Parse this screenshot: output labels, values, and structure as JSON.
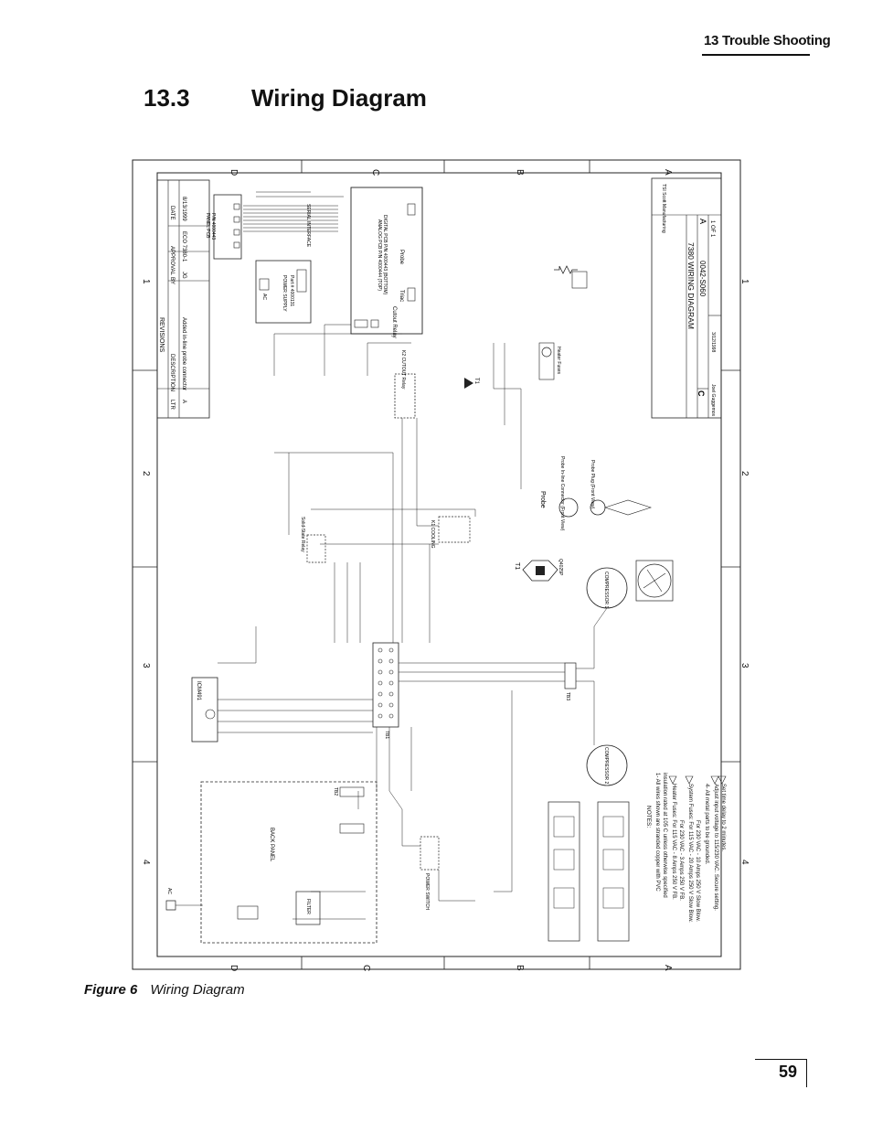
{
  "header": {
    "chapter": "13 Trouble Shooting"
  },
  "section": {
    "number": "13.3",
    "title": "Wiring Diagram"
  },
  "figure": {
    "label": "Figure 6",
    "caption": "Wiring Diagram"
  },
  "page_number": "59",
  "diagram": {
    "zone_letters": [
      "D",
      "C",
      "B",
      "A"
    ],
    "zone_numbers": [
      "1",
      "2",
      "3",
      "4"
    ],
    "revisions": {
      "title": "REVISIONS",
      "headers": [
        "LTR",
        "DESCRIPTION",
        "BY",
        "APPROVAL",
        "DATE"
      ],
      "row": [
        "A",
        "Added in-line probe connector",
        "JG",
        "ECO 7380-1",
        "8/13/1999"
      ]
    },
    "title_block": {
      "drawing_title": "7380 WIRING DIAGRAM",
      "drawing_number": "0042-S060",
      "rev": "A",
      "sheet": "1 OF 1",
      "size": "C",
      "company": "TSI Scott Manufacturing",
      "drawn_by": "Joel Guggemos",
      "date": "3/12/1998"
    },
    "components": {
      "panel_pcb": "PANEL PCB",
      "panel_pcb_pn": "P/N 4000443",
      "serial_interface": "SERIAL INTERFACE",
      "power_supply": "POWER SUPPLY",
      "power_supply_pn": "Part # 4000131",
      "analog_pcb": "ANALOG PCB P/N 4000444 (TOP)",
      "digital_pcb": "DIGITAL PCB P/N 4000443 (BOTTOM)",
      "cutout_relay": "Cutout Relay",
      "k1_cutout": "K2 CUTOUT Relay",
      "solid_state_relay": "Solid-State Relay",
      "k1_cooling": "K1 COOLING",
      "heater": "Heater Fuses",
      "probe": "Probe",
      "probe_inline": "Probe In-line Connector (Front View)",
      "probe_plug": "Probe Plug (Front View)",
      "triac": "Triac",
      "t1": "T1",
      "q4": "Q4025P",
      "compressor1": "COMPRESSOR 1",
      "compressor2": "COMPRESSOR 2",
      "icm": "ICM491",
      "back_panel": "BACK PANEL",
      "filter": "FILTER",
      "power_switch": "POWER SWITCH",
      "tb1": "TB1",
      "tb2": "TB2",
      "tb3": "TB3",
      "ac": "AC"
    },
    "notes": {
      "title": "NOTES:",
      "lines": [
        "1- All wires shown are stranded copper with PVC",
        "insulation rated at 105 C unless otherwise specified",
        "Heater Fuses: For 115 VAC - 8 Amps 250 V FB.",
        "For 230 VAC - 3 Amps 250 V FB.",
        "System Fuses: For 115 VAC - 20 Amps 250 V Slow Blow.",
        "For 230 VAC - 10 Amps 250 V Slow Blow.",
        "4- All metal parts to be grounded.",
        "Adjust input voltage to 115/230 VAC. Secure setting.",
        "Set time delay to 2 minutes."
      ]
    }
  },
  "colors": {
    "ink": "#111111",
    "line": "#222222",
    "paper": "#ffffff"
  }
}
